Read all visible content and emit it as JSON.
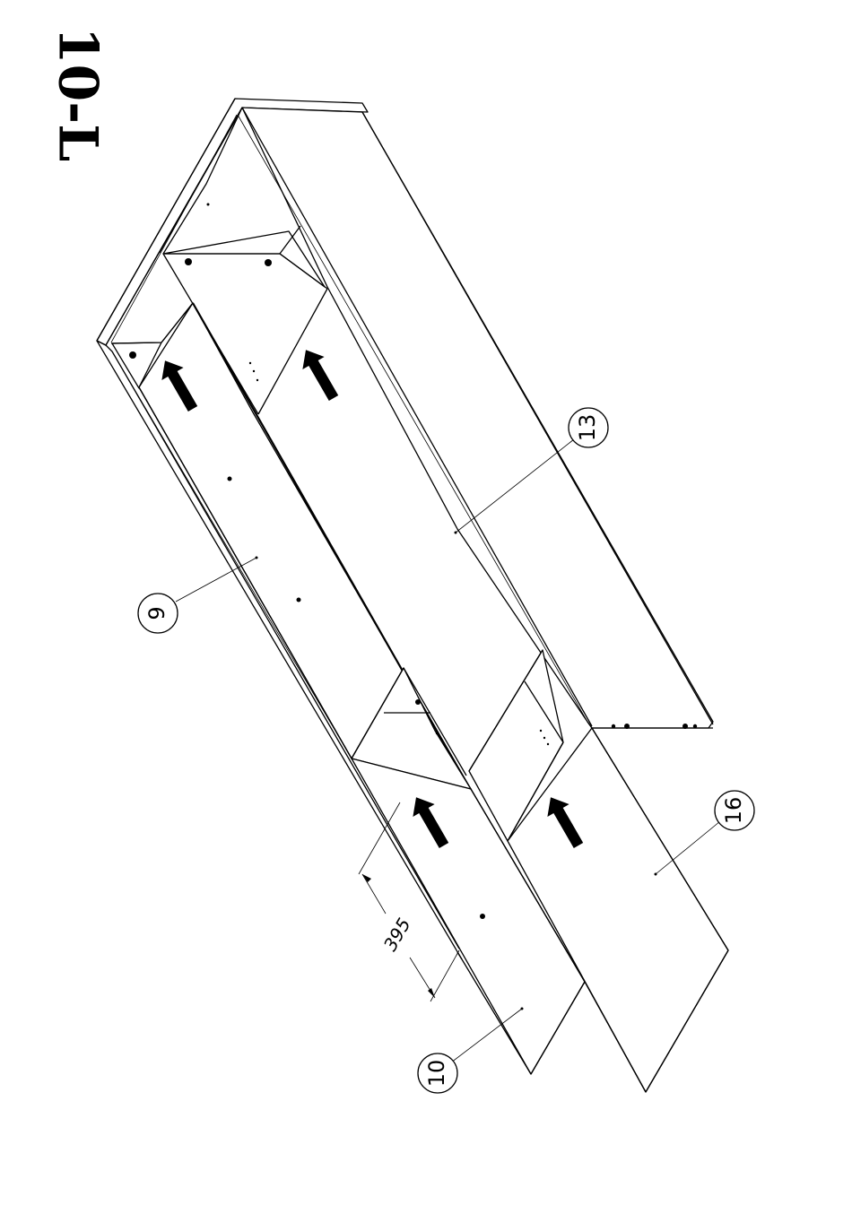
{
  "step_label": "10-L",
  "callouts": {
    "part_9": "9",
    "part_10": "10",
    "part_13": "13",
    "part_16": "16"
  },
  "dimension": {
    "value": "395"
  }
}
